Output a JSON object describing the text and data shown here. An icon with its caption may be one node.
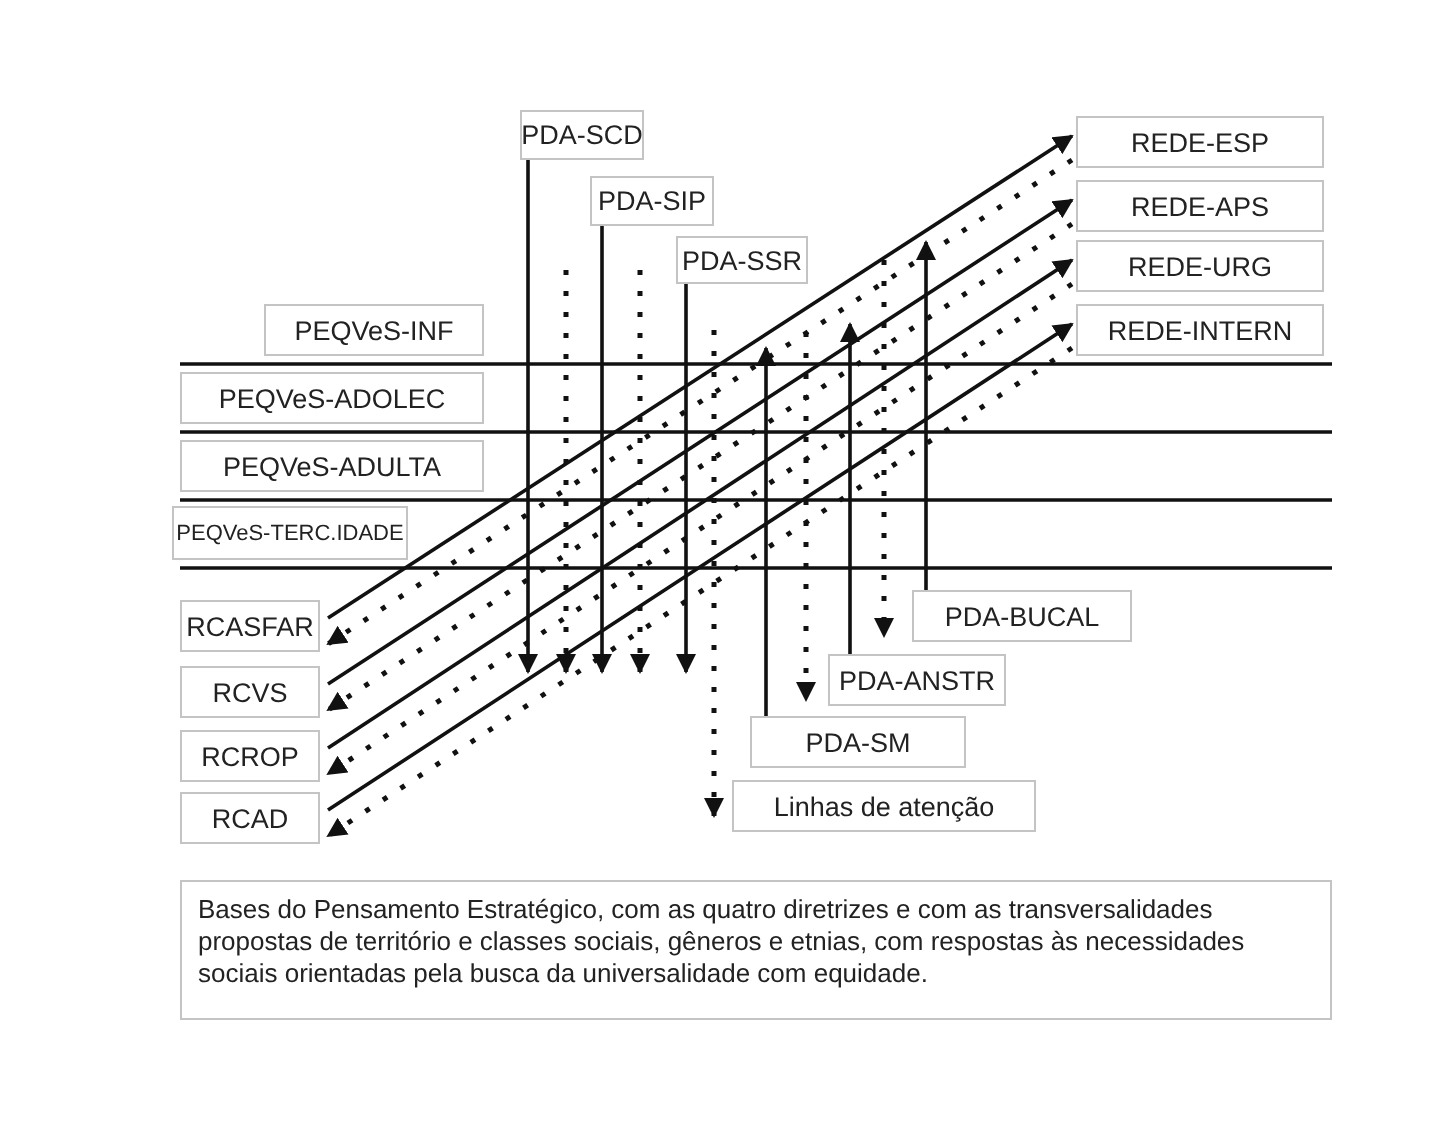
{
  "diagram": {
    "nodes": [
      {
        "text": [
          "PDA-SCD"
        ]
      },
      {
        "text": [
          "PDA-SIP"
        ]
      },
      {
        "text": [
          "PDA-SSR"
        ]
      },
      {
        "text": [
          "REDE-ESP"
        ]
      },
      {
        "text": [
          "REDE-APS"
        ]
      },
      {
        "text": [
          "REDE-URG"
        ]
      },
      {
        "text": [
          "REDE-INTERN"
        ]
      },
      {
        "text": [
          "PEQVeS-INF"
        ]
      },
      {
        "text": [
          "PEQVeS-ADOLEC"
        ]
      },
      {
        "text": [
          "PEQVeS-ADULTA"
        ]
      },
      {
        "text": [
          "PEQVeS-TERC.IDADE"
        ]
      },
      {
        "text": [
          "RCASFAR"
        ]
      },
      {
        "text": [
          "RCVS"
        ]
      },
      {
        "text": [
          "RCROP"
        ]
      },
      {
        "text": [
          "RCAD"
        ]
      },
      {
        "text": [
          "PDA-BUCAL"
        ]
      },
      {
        "text": [
          "PDA-ANSTR"
        ]
      },
      {
        "text": [
          "PDA-SM"
        ]
      },
      {
        "text": [
          "Linhas de atenção"
        ]
      },
      {
        "text": [
          "Bases do Pensamento Estratégico, com as quatro diretrizes e com as transversalidades propostas de território e classes sociais, gêneros e etnias, com respostas às necessidades sociais orientadas pela busca da universalidade com equidade."
        ]
      }
    ],
    "edges": [
      {
        "from": 0,
        "to": null,
        "arrow": "to"
      },
      {
        "from": 1,
        "to": null,
        "arrow": "to"
      },
      {
        "from": 2,
        "to": null,
        "arrow": "to"
      },
      {
        "from": 17,
        "to": null,
        "arrow": "to"
      },
      {
        "from": 16,
        "to": null,
        "arrow": "to"
      },
      {
        "from": 15,
        "to": null,
        "arrow": "to"
      },
      {
        "from": null,
        "to": 15,
        "arrow": "to",
        "style": "dashed"
      },
      {
        "from": null,
        "to": 16,
        "arrow": "to",
        "style": "dashed"
      },
      {
        "from": null,
        "to": 18,
        "arrow": "to",
        "style": "dashed"
      },
      {
        "from": 11,
        "to": 3,
        "arrow": "to"
      },
      {
        "from": 12,
        "to": 4,
        "arrow": "to"
      },
      {
        "from": 13,
        "to": 5,
        "arrow": "to"
      },
      {
        "from": 14,
        "to": 6,
        "arrow": "to"
      },
      {
        "from": 3,
        "to": 11,
        "arrow": "to",
        "style": "dashed"
      },
      {
        "from": 4,
        "to": 12,
        "arrow": "to",
        "style": "dashed"
      },
      {
        "from": 5,
        "to": 13,
        "arrow": "to",
        "style": "dashed"
      },
      {
        "from": 6,
        "to": 14,
        "arrow": "to",
        "style": "dashed"
      }
    ]
  }
}
